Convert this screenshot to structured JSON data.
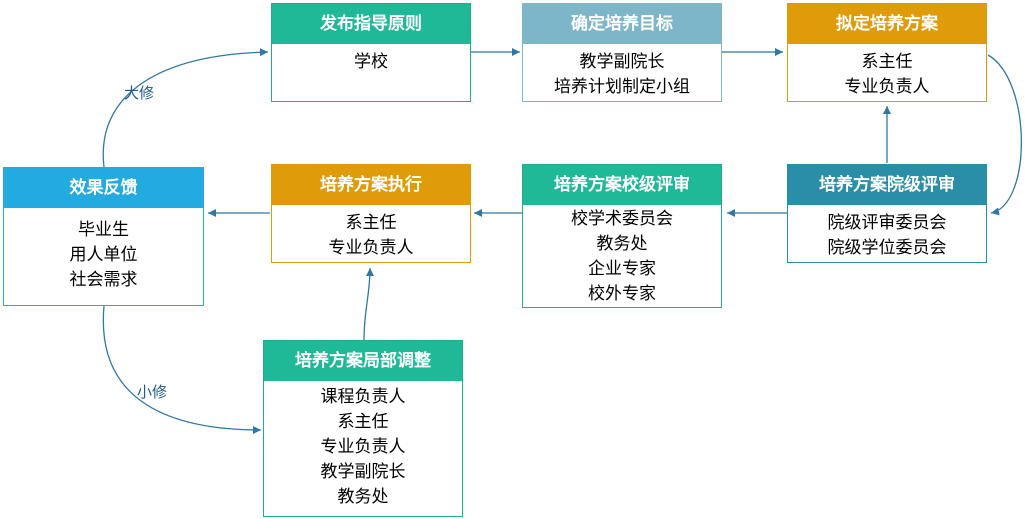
{
  "colors": {
    "green": "#1fb998",
    "lightblue": "#7eb6c9",
    "orange": "#e09b0a",
    "teal": "#2b8ea8",
    "sky": "#23aadf",
    "arrow": "#2f78a5"
  },
  "nodes": {
    "publish": {
      "title": "发布指导原则",
      "lines": [
        "学校"
      ]
    },
    "goal": {
      "title": "确定培养目标",
      "lines": [
        "教学副院长",
        "培养计划制定小组"
      ]
    },
    "draft": {
      "title": "拟定培养方案",
      "lines": [
        "系主任",
        "专业负责人"
      ]
    },
    "college_review": {
      "title": "培养方案院级评审",
      "lines": [
        "院级评审委员会",
        "院级学位委员会"
      ]
    },
    "school_review": {
      "title": "培养方案校级评审",
      "lines": [
        "校学术委员会",
        "教务处",
        "企业专家",
        "校外专家"
      ]
    },
    "execute": {
      "title": "培养方案执行",
      "lines": [
        "系主任",
        "专业负责人"
      ]
    },
    "feedback": {
      "title": "效果反馈",
      "lines": [
        "毕业生",
        "用人单位",
        "社会需求"
      ]
    },
    "adjust": {
      "title": "培养方案局部调整",
      "lines": [
        "课程负责人",
        "系主任",
        "专业负责人",
        "教学副院长",
        "教务处"
      ]
    }
  },
  "edge_labels": {
    "major": "大修",
    "minor": "小修"
  }
}
